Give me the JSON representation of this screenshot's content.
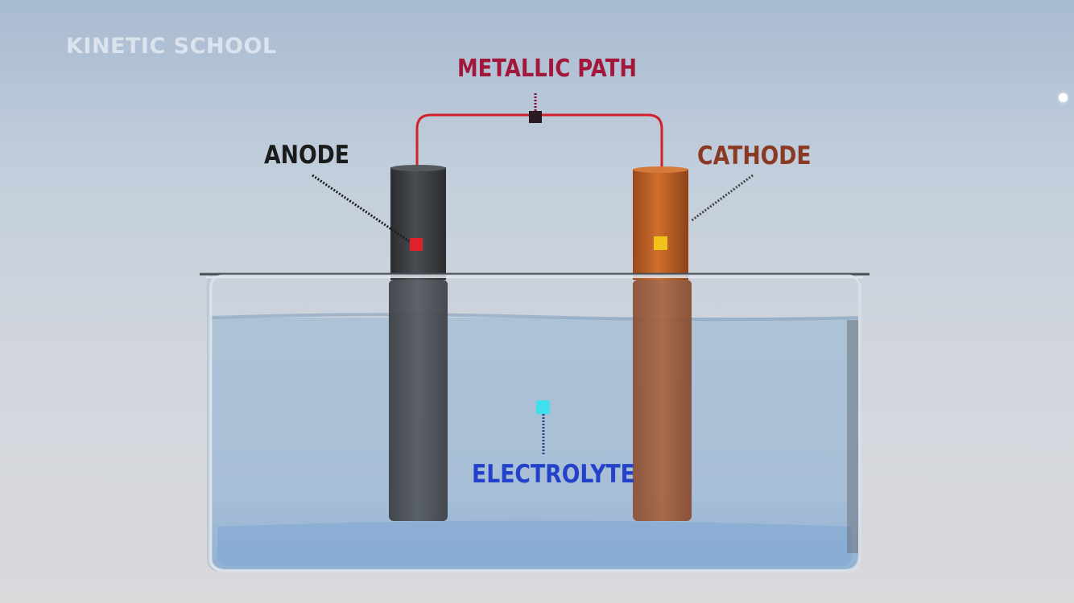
{
  "watermark": "KINETIC SCHOOL",
  "labels": {
    "metallic_path": "METALLIC PATH",
    "anode": "ANODE",
    "cathode": "CATHODE",
    "electrolyte": "ELECTROLYTE"
  },
  "colors": {
    "metallic_path": "#a3173b",
    "anode_label": "#1b1b1b",
    "cathode_label": "#8a3a22",
    "electrolyte_label": "#2342c9",
    "anode_marker": "#e0202a",
    "cathode_marker": "#f2c21c",
    "electrolyte_marker": "#3fe0ee",
    "wire": "#d4202a"
  }
}
